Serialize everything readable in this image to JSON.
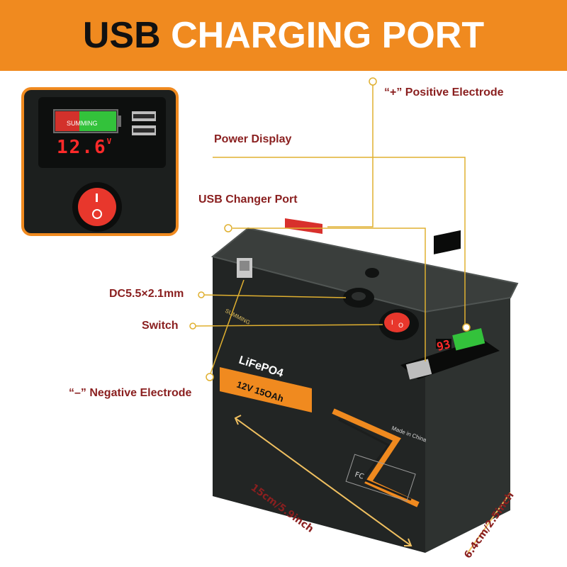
{
  "header": {
    "title_part1": "USB",
    "title_part2": "CHARGING PORT"
  },
  "inset": {
    "brand": "SUMMING",
    "voltage": "12.6",
    "voltage_unit": "V"
  },
  "callouts": {
    "positive": "“+” Positive Electrode",
    "power_display": "Power Display",
    "usb_port": "USB Changer Port",
    "dc": "DC5.5×2.1mm",
    "switch": "Switch",
    "negative": "“–” Negative Electrode"
  },
  "battery": {
    "brand": "SUMMING",
    "chemistry": "LiFePO4",
    "rating": "12V 15OAh",
    "origin": "Made in China",
    "display_value": "93"
  },
  "dimensions": {
    "length": "15cm/5.9inch",
    "width": "6.4cm/2.5inch"
  },
  "colors": {
    "accent": "#f08a1f",
    "callout_text": "#8a1f1f",
    "leader_line": "#e0b030"
  }
}
